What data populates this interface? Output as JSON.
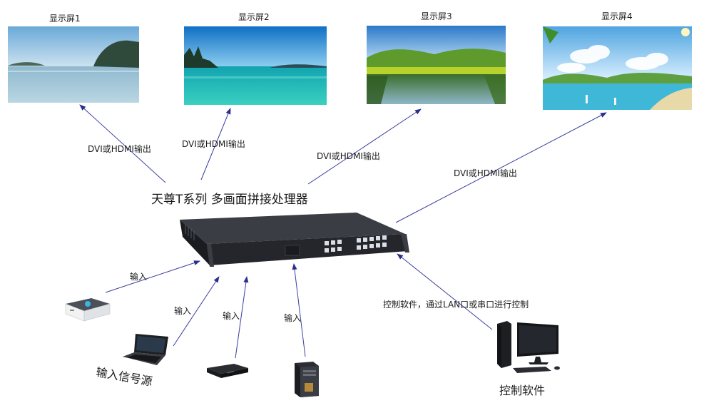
{
  "screens": [
    {
      "label": "显示屏1"
    },
    {
      "label": "显示屏2"
    },
    {
      "label": "显示屏3"
    },
    {
      "label": "显示屏4"
    }
  ],
  "outputs": {
    "label": "DVI或HDMI输出"
  },
  "processor": {
    "title": "天尊T系列 多画面拼接处理器"
  },
  "inputs": {
    "label": "输入",
    "source_caption": "输入信号源"
  },
  "control": {
    "note": "控制软件，通过LAN口或串口进行控制",
    "caption": "控制软件"
  },
  "colors": {
    "arrow": "#2a2f8f",
    "device": "#2b2d33"
  }
}
